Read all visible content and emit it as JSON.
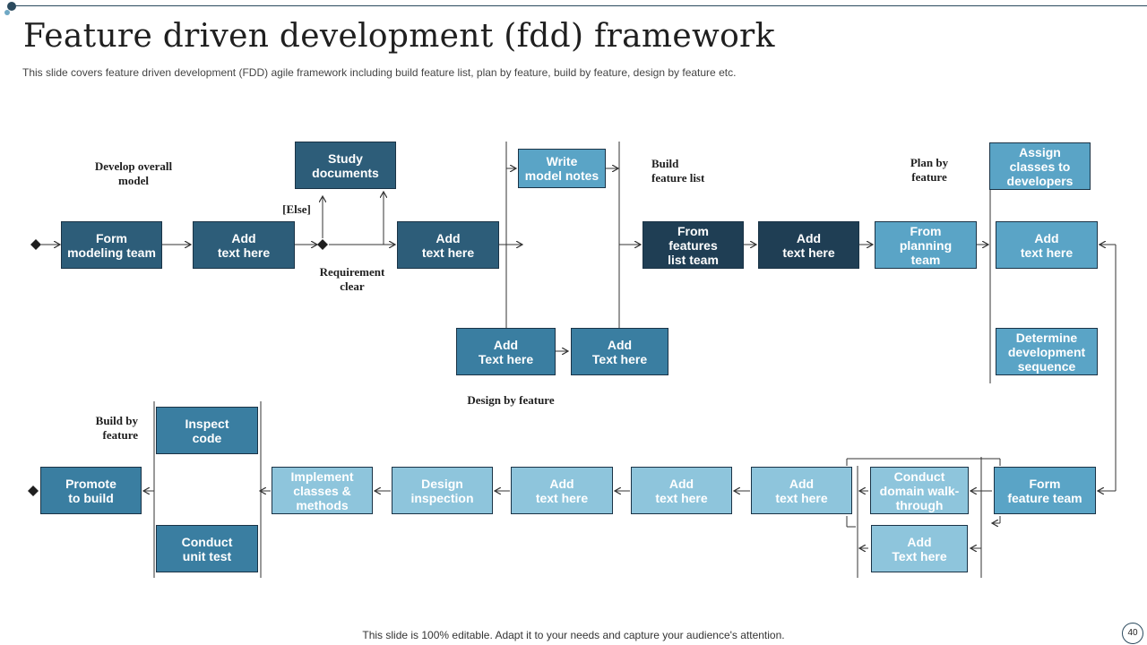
{
  "header": {
    "title": "Feature driven development (fdd) framework",
    "subtitle": "This slide covers feature driven development (FDD) agile framework including build feature list, plan by feature, build by feature, design by feature etc."
  },
  "labels": {
    "develop_model": "Develop overall\nmodel",
    "else": "[Else]",
    "requirement_clear": "Requirement\nclear",
    "build_feature_list": "Build\nfeature list",
    "plan_by_feature": "Plan by\nfeature",
    "design_by_feature": "Design by feature",
    "build_by_feature": "Build by\nfeature"
  },
  "boxes": {
    "form_modeling_team": "Form\nmodeling team",
    "add_text_1": "Add\ntext here",
    "study_documents": "Study\ndocuments",
    "add_text_2": "Add\ntext here",
    "write_model_notes": "Write\nmodel notes",
    "add_text_lower_1": "Add\nText here",
    "add_text_lower_2": "Add\nText here",
    "from_features_list_team": "From\nfeatures\nlist team",
    "add_text_3": "Add\ntext here",
    "from_planning_team": "From\nplanning\nteam",
    "assign_classes": "Assign\nclasses  to\ndevelopers",
    "add_text_4": "Add\ntext here",
    "determine_sequence": "Determine\ndevelopment\nsequence",
    "form_feature_team": "Form\nfeature team",
    "conduct_domain_walkthrough": "Conduct\ndomain walk-\nthrough",
    "add_text_lower_3": "Add\nText here",
    "add_text_5": "Add\ntext here",
    "add_text_6": "Add\ntext here",
    "add_text_7": "Add\ntext here",
    "design_inspection": "Design\ninspection",
    "implement_classes": "Implement\nclasses &\nmethods",
    "inspect_code": "Inspect\ncode",
    "conduct_unit_test": "Conduct\nunit test",
    "promote_to_build": "Promote\nto build"
  },
  "footer": {
    "note": "This slide is 100% editable. Adapt it to your needs and capture your audience's attention.",
    "page_number": "40"
  },
  "colors": {
    "darkest": "#1f3e54",
    "dark": "#274960",
    "mid_dark": "#2d5d79",
    "mid": "#3a7ea1",
    "light": "#5aa4c6",
    "lightest": "#8ec5dc",
    "line": "#333333"
  }
}
